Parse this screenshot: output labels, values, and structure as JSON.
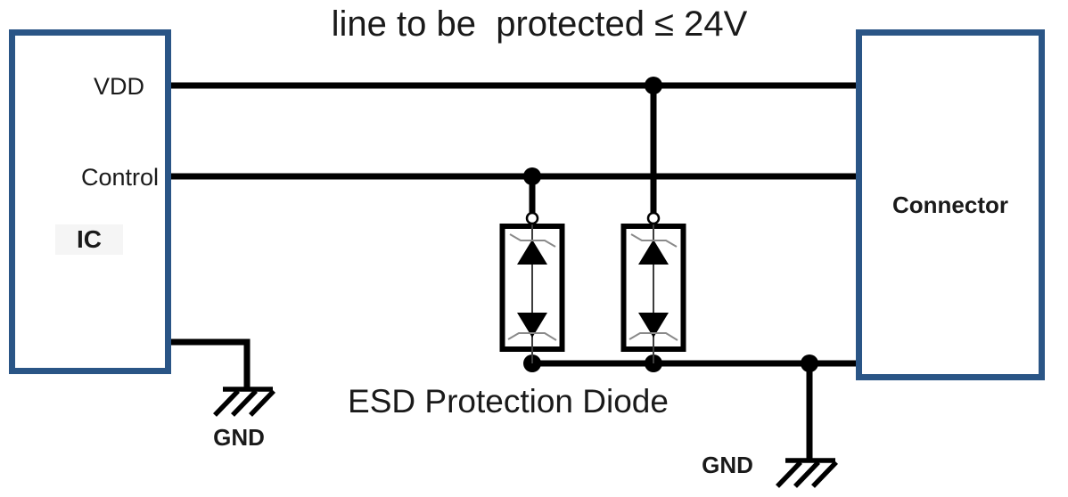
{
  "diagram": {
    "title": "line to be  protected ≤ 24V",
    "ic": {
      "label": "IC",
      "pin_vdd": "VDD",
      "pin_control": "Control"
    },
    "connector": {
      "label": "Connector"
    },
    "esd_caption": "ESD Protection Diode",
    "gnd_left_label": "GND",
    "gnd_right_label": "GND",
    "icons": {
      "diode_left": "bidirectional-tvs-diode",
      "diode_right": "bidirectional-tvs-diode",
      "ground_left": "earth-ground",
      "ground_right": "earth-ground"
    },
    "colors": {
      "background": "#ffffff",
      "box_border": "#2a5586",
      "wire": "#000000",
      "text": "#1a1a1a"
    }
  }
}
